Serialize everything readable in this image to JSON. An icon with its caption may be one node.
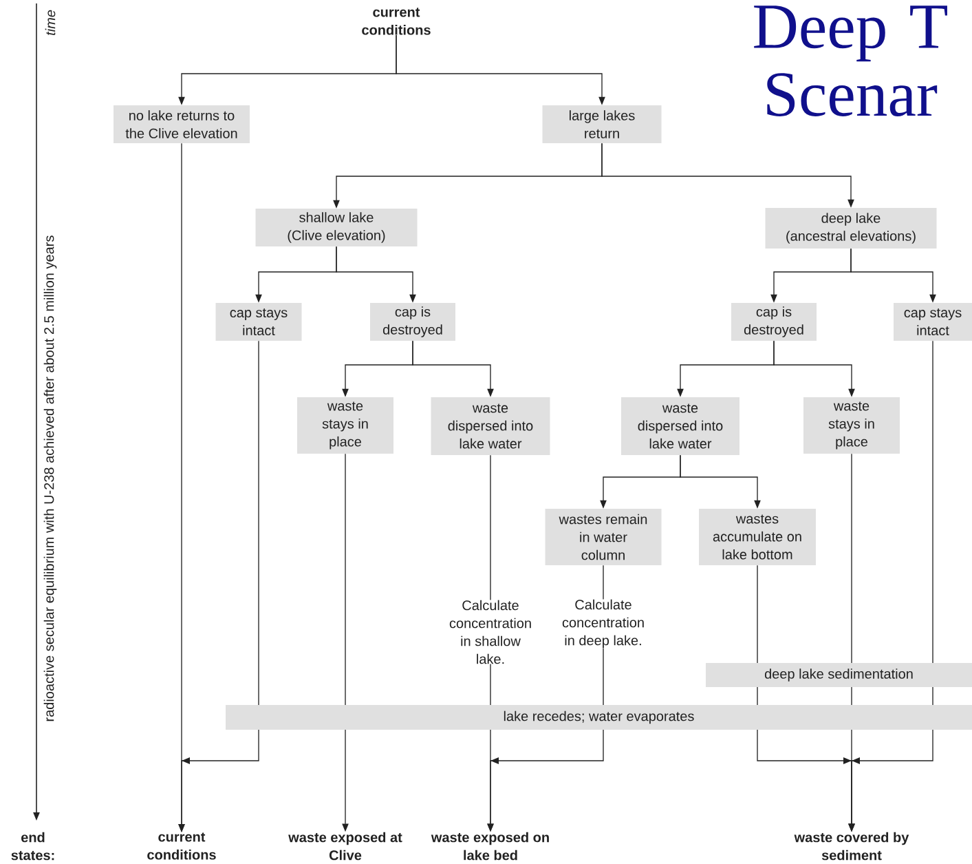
{
  "diagram": {
    "title": "Deep T Scenar",
    "nodes": [
      {
        "text": [
          "current conditions"
        ]
      },
      {
        "text": [
          "no lake returns to the Clive elevation"
        ]
      },
      {
        "text": [
          "large lakes return"
        ]
      },
      {
        "text": [
          "shallow lake (Clive elevation)"
        ]
      },
      {
        "text": [
          "deep lake (ancestral elevations)"
        ]
      },
      {
        "text": [
          "cap stays intact"
        ]
      },
      {
        "text": [
          "cap is destroyed"
        ]
      },
      {
        "text": [
          "cap is destroyed"
        ]
      },
      {
        "text": [
          "cap stays intact"
        ]
      },
      {
        "text": [
          "waste stays in place"
        ]
      },
      {
        "text": [
          "waste dispersed into lake water"
        ]
      },
      {
        "text": [
          "waste dispersed into lake water"
        ]
      },
      {
        "text": [
          "waste stays in place"
        ]
      },
      {
        "text": [
          "wastes remain in water column"
        ]
      },
      {
        "text": [
          "wastes accumulate on lake bottom"
        ]
      },
      {
        "text": [
          "Calculate concentration in shallow lake."
        ]
      },
      {
        "text": [
          "Calculate concentration in deep lake."
        ]
      },
      {
        "text": [
          "current conditions"
        ]
      },
      {
        "text": [
          "waste exposed at Clive"
        ]
      },
      {
        "text": [
          "waste exposed on lake bed"
        ]
      },
      {
        "text": [
          "waste covered by sediment"
        ]
      }
    ],
    "edges": [
      {
        "from": 0,
        "to": 1,
        "arrow": "to"
      },
      {
        "from": 0,
        "to": 2,
        "arrow": "to"
      },
      {
        "from": 2,
        "to": 3,
        "arrow": "to"
      },
      {
        "from": 2,
        "to": 4,
        "arrow": "to"
      },
      {
        "from": 3,
        "to": 5,
        "arrow": "to"
      },
      {
        "from": 3,
        "to": 6,
        "arrow": "to"
      },
      {
        "from": 4,
        "to": 7,
        "arrow": "to"
      },
      {
        "from": 4,
        "to": 8,
        "arrow": "to"
      },
      {
        "from": 6,
        "to": 9,
        "arrow": "to"
      },
      {
        "from": 6,
        "to": 10,
        "arrow": "to"
      },
      {
        "from": 7,
        "to": 11,
        "arrow": "to"
      },
      {
        "from": 7,
        "to": 12,
        "arrow": "to"
      },
      {
        "from": 11,
        "to": 13,
        "arrow": "to"
      },
      {
        "from": 11,
        "to": 14,
        "arrow": "to"
      },
      {
        "from": 10,
        "to": 15,
        "arrow": "none"
      },
      {
        "from": 15,
        "to": 19,
        "arrow": "to"
      },
      {
        "from": 13,
        "to": 16,
        "arrow": "none"
      },
      {
        "from": 16,
        "to": 19,
        "arrow": "to"
      },
      {
        "from": 1,
        "to": 17,
        "arrow": "to"
      },
      {
        "from": 5,
        "to": 17,
        "arrow": "to"
      },
      {
        "from": 9,
        "to": 18,
        "arrow": "to"
      },
      {
        "from": 12,
        "to": 20,
        "arrow": "to"
      },
      {
        "from": 14,
        "to": 20,
        "arrow": "to"
      },
      {
        "from": 8,
        "to": 20,
        "arrow": "to"
      }
    ],
    "labels": [
      "time",
      "radioactive secular equilibrium with U-238 achieved after about 2.5 million years",
      "deep lake sedimentation",
      "lake recedes; water evaporates",
      "end states:"
    ]
  }
}
